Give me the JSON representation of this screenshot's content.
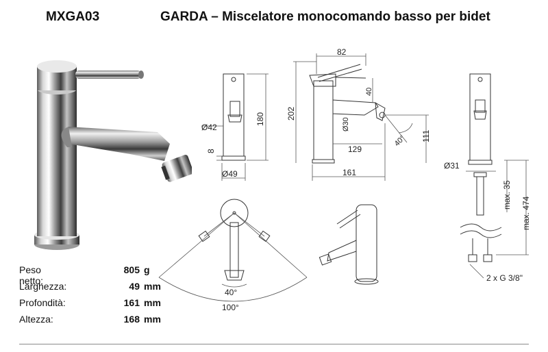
{
  "header": {
    "product_code": "MXGA03",
    "title": "GARDA – Miscelatore monocomando basso per bidet"
  },
  "specs": [
    {
      "label": "Peso netto:",
      "value": "805",
      "unit": "g"
    },
    {
      "label": "Larghezza:",
      "value": "49",
      "unit": "mm"
    },
    {
      "label": "Profondità:",
      "value": "161",
      "unit": "mm"
    },
    {
      "label": "Altezza:",
      "value": "168",
      "unit": "mm"
    }
  ],
  "drawings": {
    "front": {
      "body_diameter": "Ø42",
      "base_height": "8",
      "base_diameter": "Ø49",
      "height": "180"
    },
    "side": {
      "lever_length": "82",
      "total_height": "202",
      "lever_height": "40",
      "spout_diameter": "Ø30",
      "spout_reach": "129",
      "spout_height": "111",
      "tilt_angle": "40°",
      "depth": "161"
    },
    "back": {
      "hole_diameter": "Ø31",
      "max_thickness": "max. 35",
      "max_length": "max. 474",
      "connections": "2 x G 3/8\""
    },
    "top": {
      "lever_angle": "40°",
      "rotation_angle": "100°"
    }
  }
}
